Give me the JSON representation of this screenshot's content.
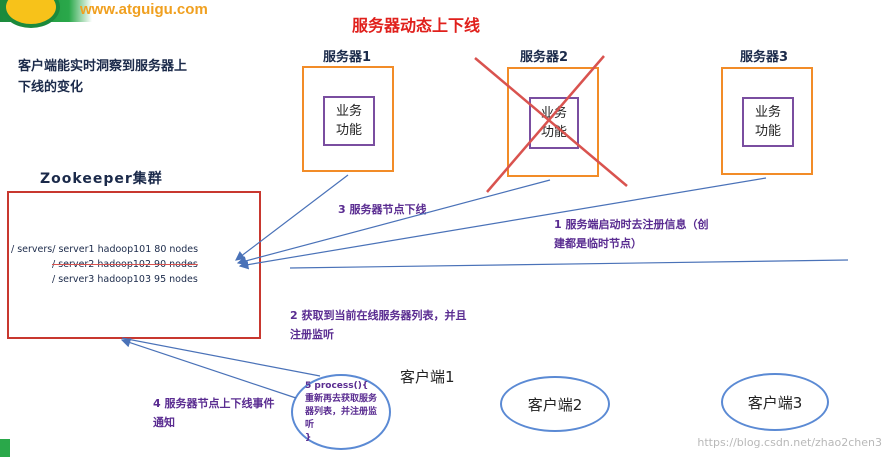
{
  "logo": {
    "url_text": "www.atguigu.com"
  },
  "title": "服务器动态上下线",
  "description": "客户端能实时洞察到服务器上下线的变化",
  "servers": [
    {
      "label": "服务器1",
      "func": "业务\n功能"
    },
    {
      "label": "服务器2",
      "func": "业务\n功能"
    },
    {
      "label": "服务器3",
      "func": "业务\n功能"
    }
  ],
  "zookeeper": {
    "title": "Zookeeper集群",
    "lines": [
      "/ servers/ server1 hadoop101 80 nodes",
      "/ server2 hadoop102 90 nodes",
      "/ server3 hadoop103 95 nodes"
    ]
  },
  "notes": {
    "n1": "1 服务端启动时去注册信息（创建都是临时节点）",
    "n2": "2 获取到当前在线服务器列表，并且注册监听",
    "n3": "3 服务器节点下线",
    "n4": "4 服务器节点上下线事件通知"
  },
  "clients": {
    "c1": "客户端1",
    "c1_inner": "5 process(){\n重新再去获取服务器列表，并注册监听\n}",
    "c2": "客户端2",
    "c3": "客户端3"
  },
  "watermark": "https://blog.csdn.net/zhao2chen3",
  "colors": {
    "title": "#e0201c",
    "server_box": "#f28c28",
    "func_box": "#7a4ea0",
    "zk_box": "#c8382f",
    "note": "#5a2c91",
    "client": "#5b8ad4",
    "arrow": "#4a72b8",
    "cross": "#d9534f"
  }
}
